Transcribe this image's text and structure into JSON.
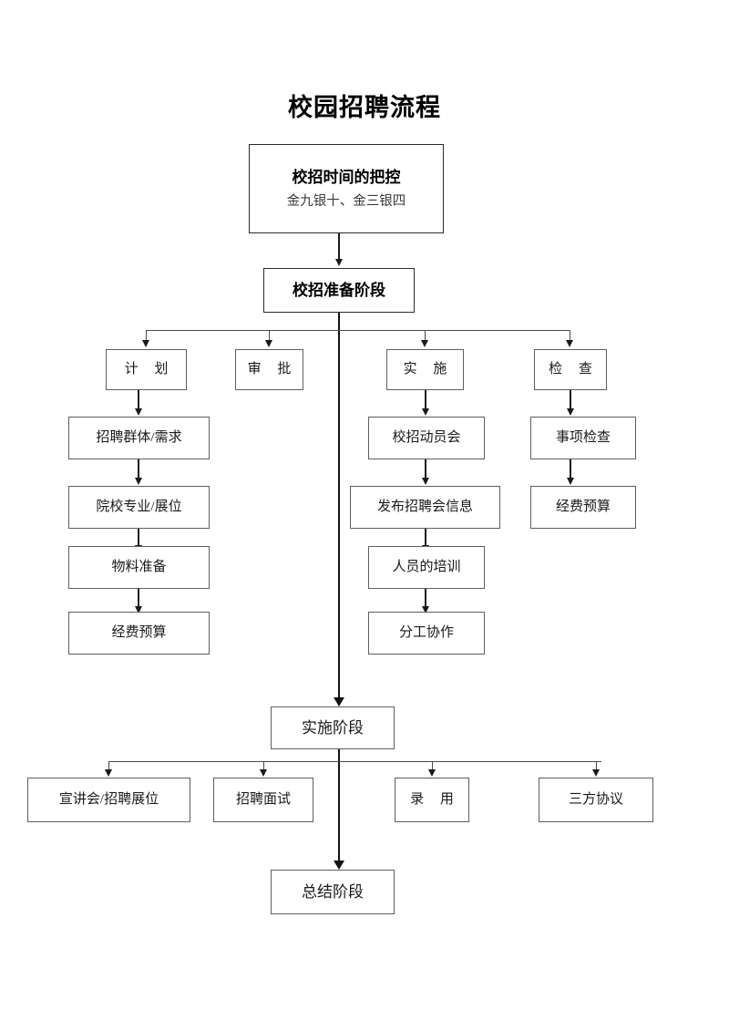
{
  "title": "校园招聘流程",
  "nodes": {
    "timing": {
      "main": "校招时间的把控",
      "sub": "金九银十、金三银四"
    },
    "prepare_stage": "校招准备阶段",
    "categories": [
      {
        "label": "计 划"
      },
      {
        "label": "审 批"
      },
      {
        "label": "实 施"
      },
      {
        "label": "检 查"
      }
    ],
    "plan_column": [
      "招聘群体/需求",
      "院校专业/展位",
      "物料准备",
      "经费预算"
    ],
    "approve_column": [],
    "execute_column": [
      "校招动员会",
      "发布招聘会信息",
      "人员的培训",
      "分工协作"
    ],
    "check_column": [
      "事项检查",
      "经费预算"
    ],
    "implement_stage": "实施阶段",
    "implement_children": [
      "宣讲会/招聘展位",
      "招聘面试",
      "录 用",
      "三方协议"
    ],
    "summary_stage": "总结阶段"
  },
  "colors": {
    "box_border": "#5f5f5f",
    "strong_border": "#2b2b2b",
    "line": "#1a1a1a",
    "text": "#1a1a1a",
    "background": "#ffffff"
  }
}
